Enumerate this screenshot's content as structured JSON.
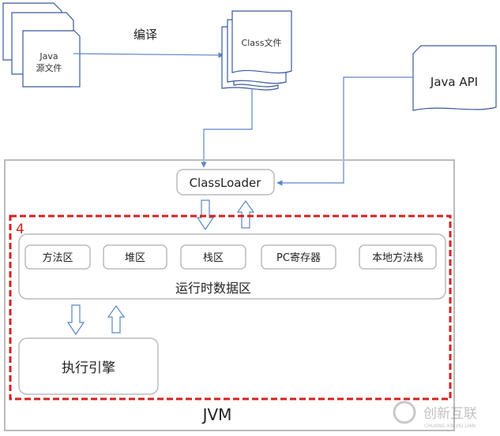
{
  "source_file": {
    "line1": "Java",
    "line2": "源文件"
  },
  "compile_label": "编译",
  "class_file_label": "Class文件",
  "java_api_label": "Java API",
  "classloader_label": "ClassLoader",
  "highlight_number": "4",
  "runtime_areas": [
    "方法区",
    "堆区",
    "栈区",
    "PC寄存器",
    "本地方法栈"
  ],
  "runtime_label": "运行时数据区",
  "engine_label": "执行引擎",
  "jvm_label": "JVM",
  "watermark": {
    "cn": "创新互联",
    "en": "CHUANG XIN HU LIAN"
  },
  "colors": {
    "connector": "#5b87c6",
    "box_stroke": "#aaaaaa",
    "highlight": "#d42020",
    "doc_stroke": "#3a5a9a"
  }
}
